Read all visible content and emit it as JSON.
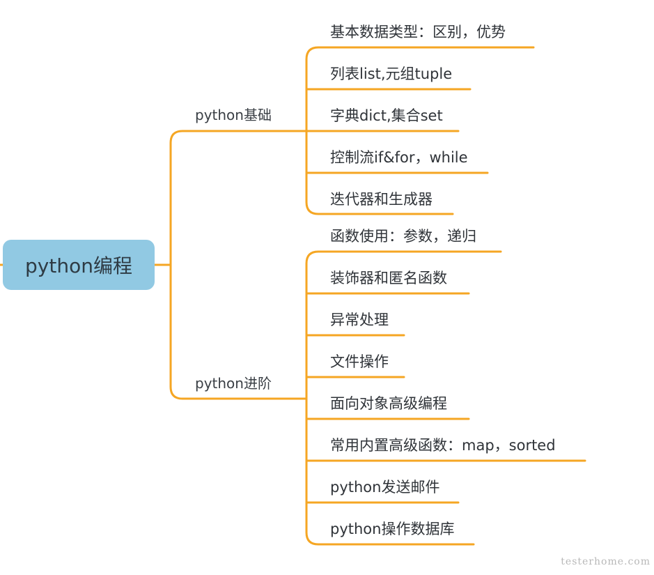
{
  "root": {
    "label": "python编程"
  },
  "branches": [
    {
      "label": "python基础",
      "items": [
        "基本数据类型：区别，优势",
        "列表list,元组tuple",
        "字典dict,集合set",
        "控制流if&for，while",
        "迭代器和生成器"
      ]
    },
    {
      "label": "python进阶",
      "items": [
        "函数使用：参数，递归",
        "装饰器和匿名函数",
        "异常处理",
        "文件操作",
        "面向对象高级编程",
        "常用内置高级函数：map，sorted",
        "python发送邮件",
        "python操作数据库"
      ]
    }
  ],
  "watermark": "testerhome.com",
  "colors": {
    "connector": "#f5a623",
    "root_fill": "#91c9e3"
  }
}
